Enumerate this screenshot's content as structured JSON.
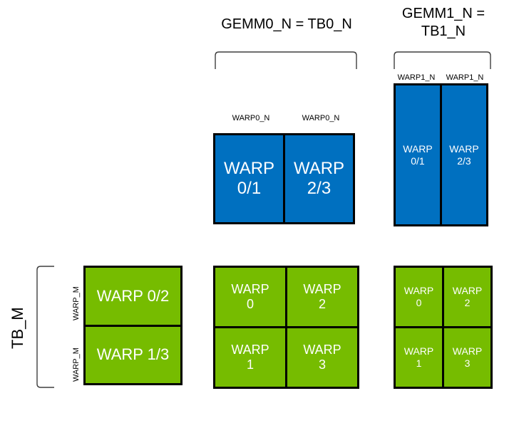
{
  "diagram": {
    "title_gemm0": "GEMM0_N = TB0_N",
    "title_gemm1": "GEMM1_N =\nTB1_N",
    "axis_label_tb_m": "TB_M",
    "colors": {
      "blue": "#0070C0",
      "green": "#76BC00",
      "border": "#000000",
      "background": "#FFFFFF",
      "text_on_block": "#FFFFFF",
      "text": "#000000"
    },
    "top_middle_block": {
      "bracket_label": "GEMM0_N = TB0_N",
      "tick_labels": [
        "WARP0_N",
        "WARP0_N"
      ],
      "cells": [
        {
          "label": "WARP\n0/1"
        },
        {
          "label": "WARP\n2/3"
        }
      ]
    },
    "top_right_block": {
      "bracket_label": "GEMM1_N =\nTB1_N",
      "tick_labels": [
        "WARP1_N",
        "WARP1_N"
      ],
      "cells": [
        {
          "label": "WARP\n0/1"
        },
        {
          "label": "WARP\n2/3"
        }
      ]
    },
    "bottom_left_block": {
      "axis_label": "TB_M",
      "row_tick_labels": [
        "WARP_M",
        "WARP_M"
      ],
      "cells": [
        {
          "label": "WARP 0/2"
        },
        {
          "label": "WARP 1/3"
        }
      ]
    },
    "bottom_middle_block": {
      "cells": [
        {
          "label": "WARP\n0"
        },
        {
          "label": "WARP\n2"
        },
        {
          "label": "WARP\n1"
        },
        {
          "label": "WARP\n3"
        }
      ]
    },
    "bottom_right_block": {
      "cells": [
        {
          "label": "WARP\n0"
        },
        {
          "label": "WARP\n2"
        },
        {
          "label": "WARP\n1"
        },
        {
          "label": "WARP\n3"
        }
      ]
    }
  }
}
